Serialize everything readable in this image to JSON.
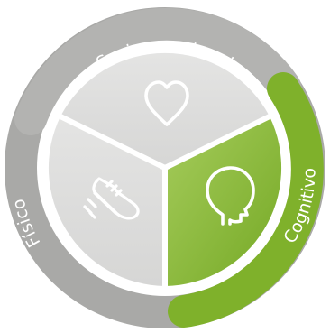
{
  "segments": {
    "socioemocional": {
      "label": "Socioemocional",
      "icon": "heart-icon",
      "color": "#dcdcdb"
    },
    "cognitivo": {
      "label": "Cognitivo",
      "icon": "head-icon",
      "color": "#8eb93b"
    },
    "fisico": {
      "label": "Físico",
      "icon": "sneaker-icon",
      "color": "#dcdcdb"
    }
  },
  "ring_color_gray": "#a9a9a7",
  "ring_color_green": "#7fb12b"
}
